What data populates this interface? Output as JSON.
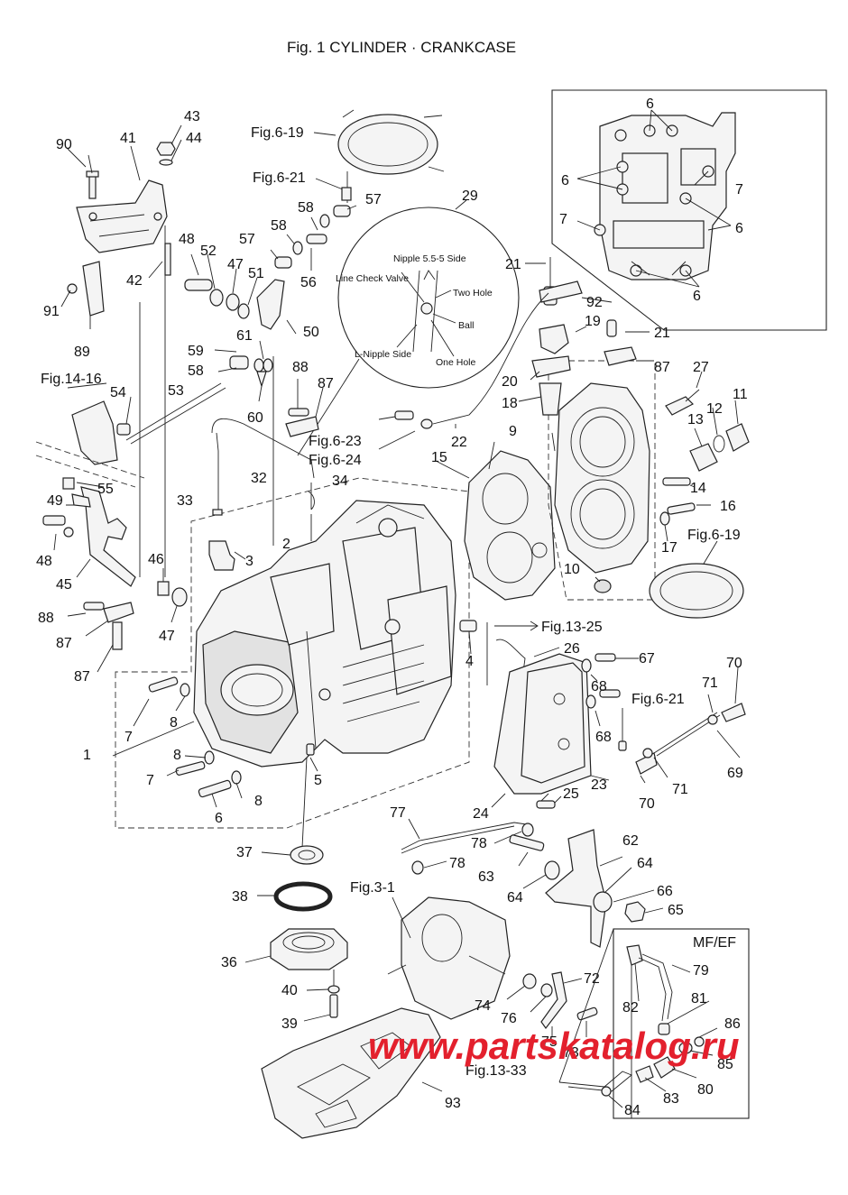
{
  "title": "Fig. 1    CYLINDER · CRANKCASE",
  "watermark": "www.partskatalog.ru",
  "box_label": "MF/EF",
  "callout_labels": {
    "nipple_side": "Nipple 5.5-5 Side",
    "check_valve": "Line Check Valve",
    "two_hole": "Two Hole",
    "ball": "Ball",
    "l_nipple_side": "L-Nipple Side",
    "one_hole": "One Hole"
  },
  "fig_refs": {
    "f6_19a": "Fig.6-19",
    "f6_21a": "Fig.6-21",
    "f14_16": "Fig.14-16",
    "f6_23": "Fig.6-23",
    "f6_24": "Fig.6-24",
    "f13_25": "Fig.13-25",
    "f6_19b": "Fig.6-19",
    "f6_21b": "Fig.6-21",
    "f3_1": "Fig.3-1",
    "f13_33": "Fig.13-33"
  },
  "parts": {
    "p1": "1",
    "p2": "2",
    "p3": "3",
    "p4": "4",
    "p5": "5",
    "p6a": "6",
    "p6b": "6",
    "p6c": "6",
    "p6d": "6",
    "p6e": "6",
    "p7a": "7",
    "p7b": "7",
    "p7c": "7",
    "p7d": "7",
    "p8a": "8",
    "p8b": "8",
    "p8c": "8",
    "p9": "9",
    "p10": "10",
    "p11": "11",
    "p12": "12",
    "p13": "13",
    "p14": "14",
    "p15": "15",
    "p16": "16",
    "p17": "17",
    "p18": "18",
    "p19": "19",
    "p20": "20",
    "p21a": "21",
    "p21b": "21",
    "p22": "22",
    "p23": "23",
    "p24": "24",
    "p25": "25",
    "p26": "26",
    "p27": "27",
    "p29": "29",
    "p32": "32",
    "p33": "33",
    "p34": "34",
    "p36": "36",
    "p37": "37",
    "p38": "38",
    "p39": "39",
    "p40": "40",
    "p41": "41",
    "p42": "42",
    "p43": "43",
    "p44": "44",
    "p45": "45",
    "p46": "46",
    "p47a": "47",
    "p47b": "47",
    "p48a": "48",
    "p48b": "48",
    "p49": "49",
    "p50": "50",
    "p51": "51",
    "p52": "52",
    "p53": "53",
    "p54": "54",
    "p55": "55",
    "p56": "56",
    "p57a": "57",
    "p57b": "57",
    "p58a": "58",
    "p58b": "58",
    "p58c": "58",
    "p59": "59",
    "p60": "60",
    "p61": "61",
    "p62": "62",
    "p63": "63",
    "p64a": "64",
    "p64b": "64",
    "p65": "65",
    "p66": "66",
    "p67": "67",
    "p68a": "68",
    "p68b": "68",
    "p69": "69",
    "p70a": "70",
    "p70b": "70",
    "p71a": "71",
    "p71b": "71",
    "p72": "72",
    "p73": "73",
    "p74": "74",
    "p75": "75",
    "p76": "76",
    "p77": "77",
    "p78a": "78",
    "p78b": "78",
    "p79": "79",
    "p80": "80",
    "p81": "81",
    "p82": "82",
    "p83": "83",
    "p84": "84",
    "p85": "85",
    "p86": "86",
    "p87a": "87",
    "p87b": "87",
    "p87c": "87",
    "p87d": "87",
    "p88a": "88",
    "p88b": "88",
    "p89": "89",
    "p90": "90",
    "p91": "91",
    "p92": "92",
    "p93": "93"
  }
}
